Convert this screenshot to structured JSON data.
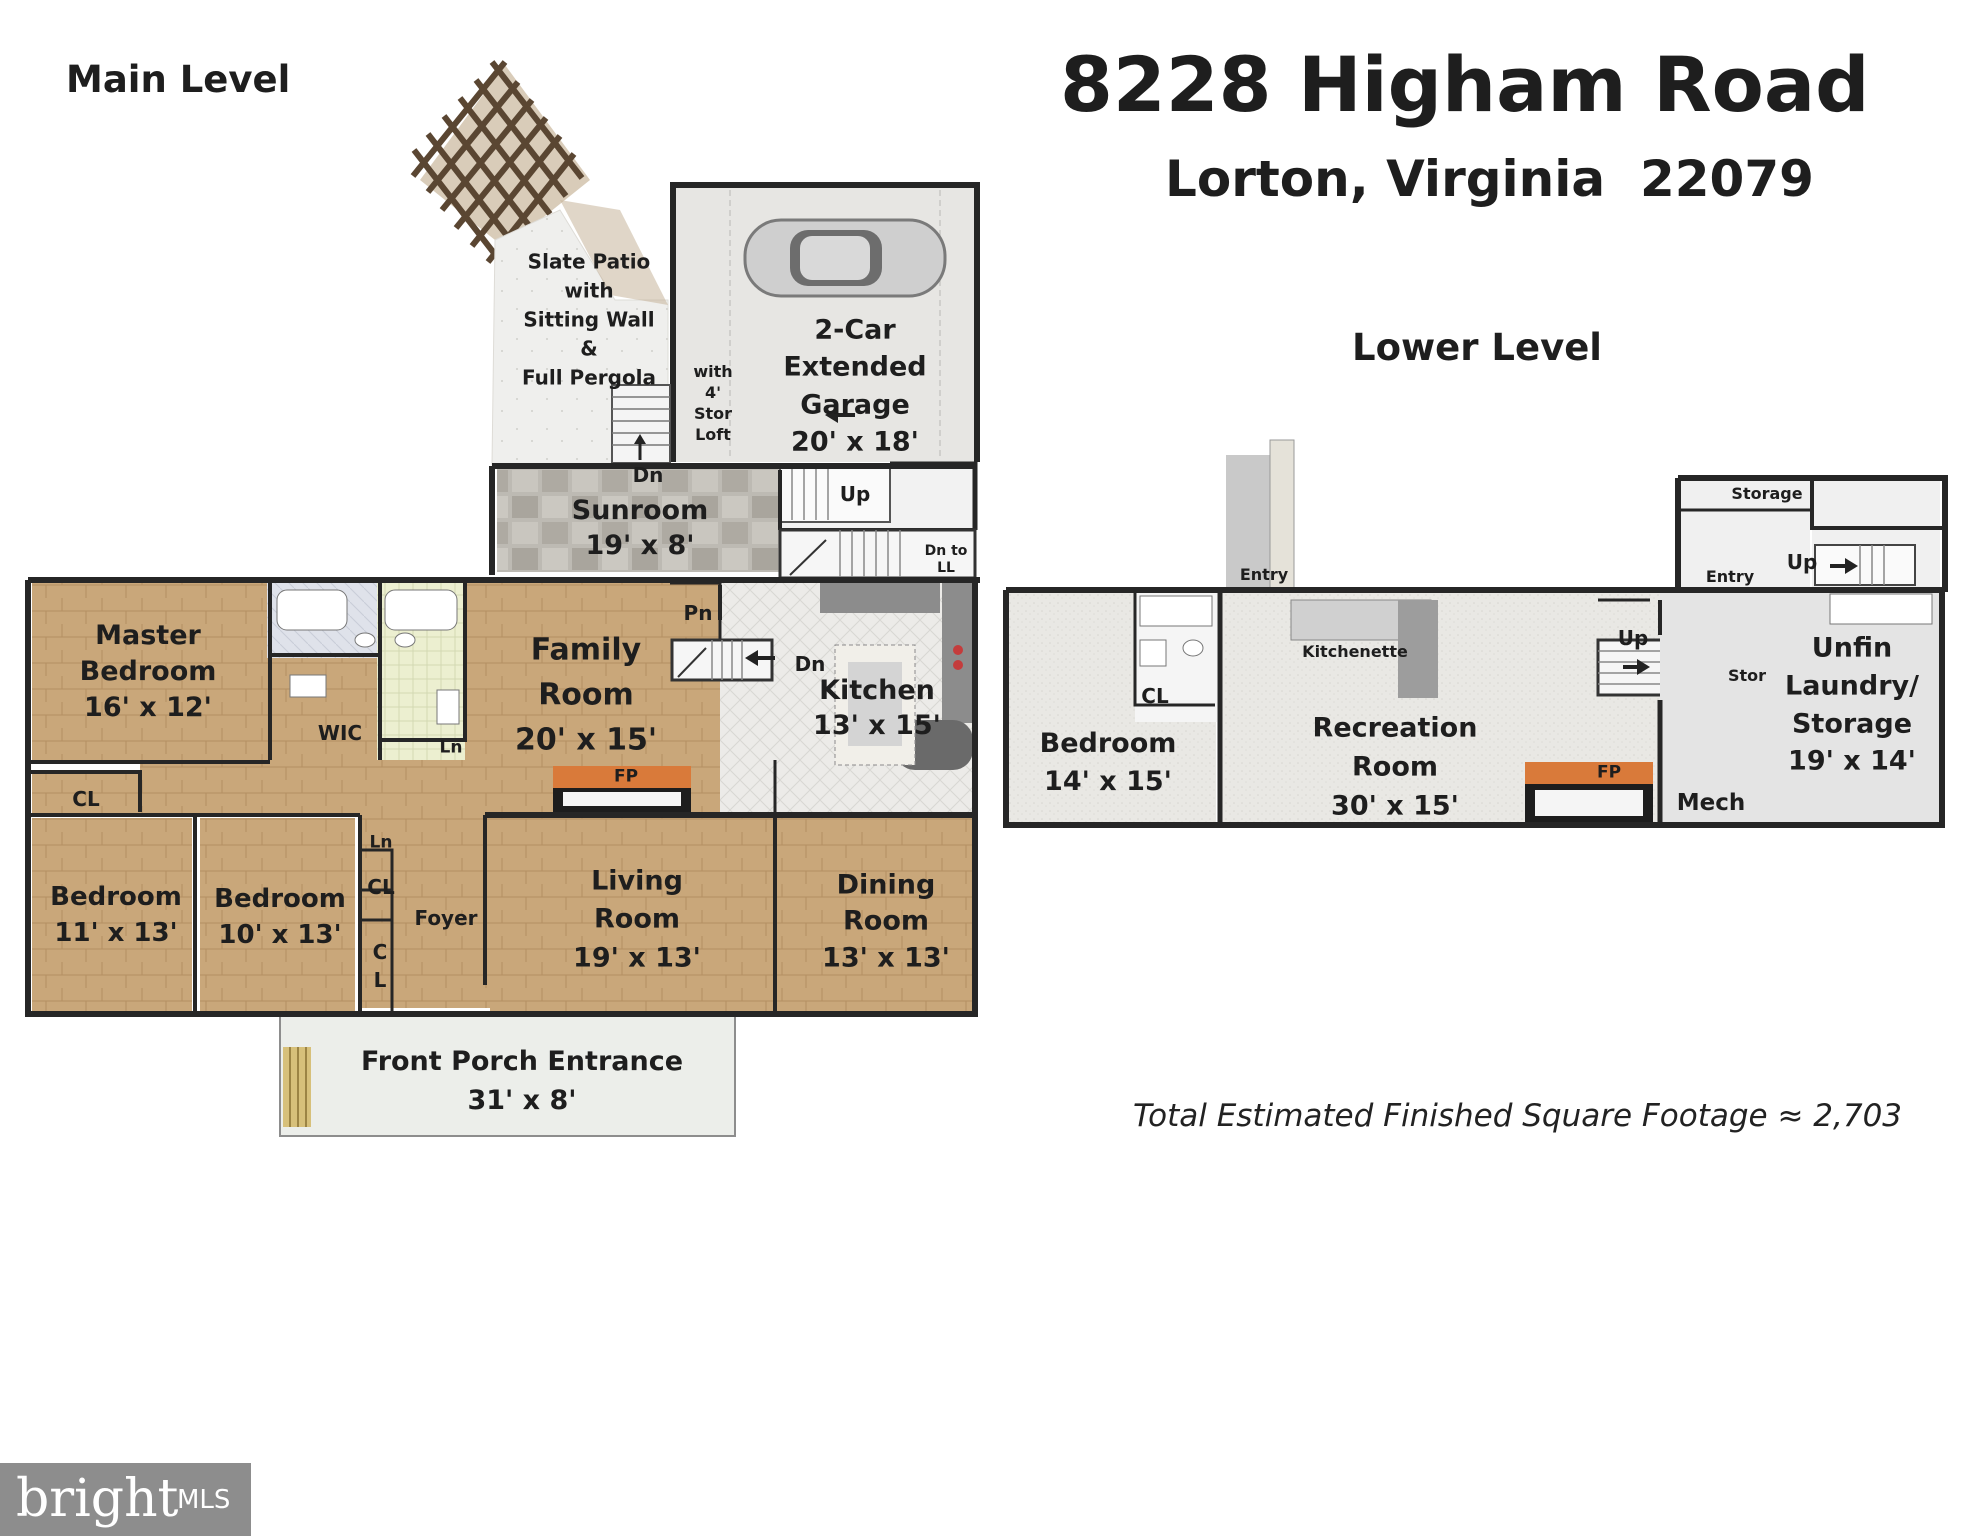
{
  "header": {
    "main_level": "Main Level",
    "address": "8228 Higham Road",
    "city_line": "Lorton, Virginia  22079",
    "lower_level": "Lower Level"
  },
  "main_level": {
    "patio": [
      "Slate Patio",
      "with",
      "Sitting Wall",
      "&",
      "Full Pergola"
    ],
    "garage": [
      "2-Car",
      "Extended",
      "Garage",
      "20' x 18'"
    ],
    "loft": [
      "with",
      "4'",
      "Stor",
      "Loft"
    ],
    "sunroom": [
      "Sunroom",
      "19' x 8'"
    ],
    "sunroom_dn": "Dn",
    "up": "Up",
    "dn_to_ll": [
      "Dn to",
      "LL"
    ],
    "master_bedroom": [
      "Master",
      "Bedroom",
      "16' x 12'"
    ],
    "wic": "WIC",
    "ln": "Ln",
    "family_room": [
      "Family",
      "Room",
      "20' x 15'"
    ],
    "pn": "Pn",
    "kitchen_dn": "Dn",
    "kitchen": [
      "Kitchen",
      "13' x 15'"
    ],
    "fp": "FP",
    "cl": "CL",
    "bedroom_2": [
      "Bedroom",
      "11' x 13'"
    ],
    "bedroom_3": [
      "Bedroom",
      "10' x 13'"
    ],
    "foyer": "Foyer",
    "c_l": [
      "C",
      "L"
    ],
    "living_room": [
      "Living",
      "Room",
      "19' x 13'"
    ],
    "dining_room": [
      "Dining",
      "Room",
      "13' x 13'"
    ],
    "front_porch": [
      "Front Porch Entrance",
      "31' x 8'"
    ]
  },
  "lower_level": {
    "entry": "Entry",
    "storage": "Storage",
    "up": "Up",
    "kitchenette": "Kitchenette",
    "bedroom": [
      "Bedroom",
      "14' x 15'"
    ],
    "cl": "CL",
    "recreation_room": [
      "Recreation",
      "Room",
      "30' x 15'"
    ],
    "fp": "FP",
    "stor": "Stor",
    "mech": "Mech",
    "laundry": [
      "Unfin",
      "Laundry/",
      "Storage",
      "19' x 14'"
    ]
  },
  "footer": {
    "square_footage": "Total Estimated Finished Square Footage ≈ 2,703"
  },
  "logo": {
    "brand": "bright",
    "suffix": "MLS"
  },
  "colors": {
    "wood": "#c9a77a",
    "stone": "#bcbab5",
    "tile": "#e8e8e6",
    "wall": "#262626",
    "fireplace": "#d97a3a"
  }
}
